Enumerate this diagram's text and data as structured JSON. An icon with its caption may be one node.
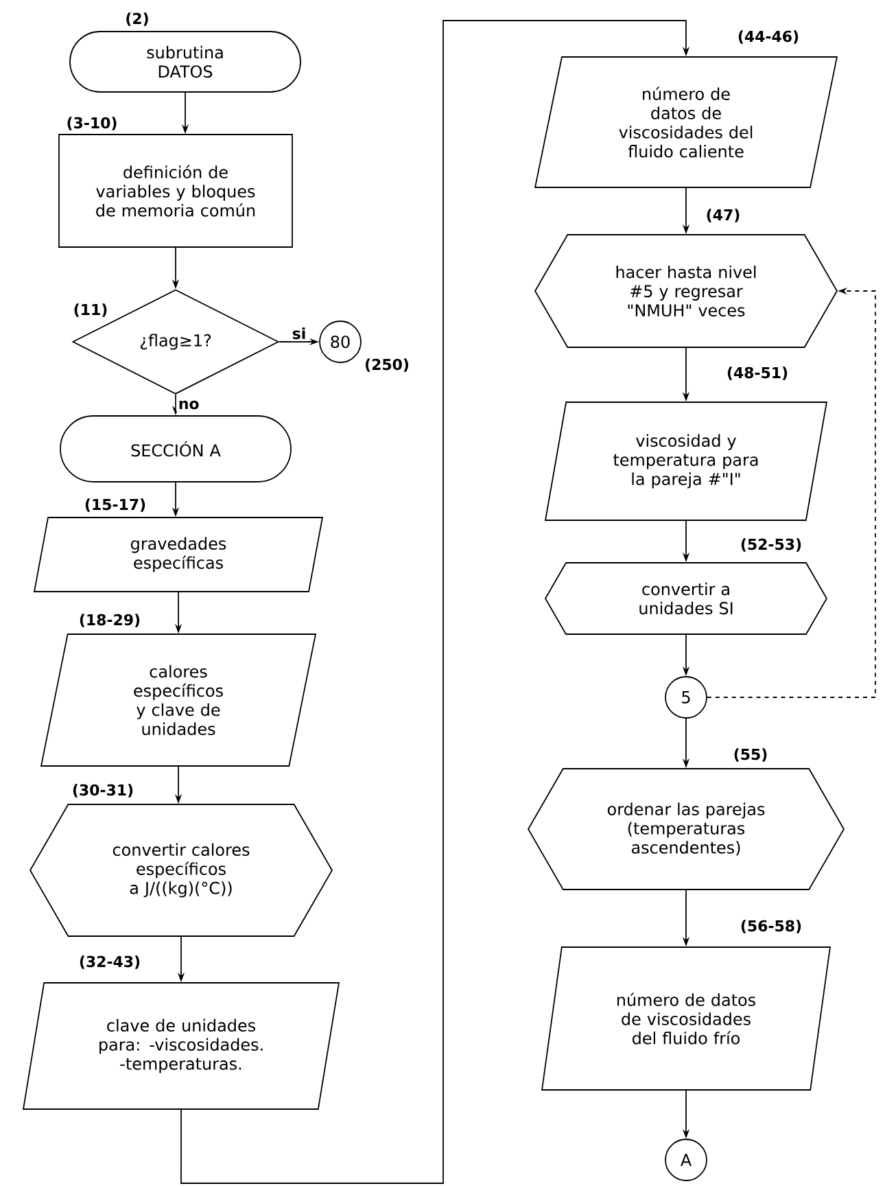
{
  "diagram": {
    "nodes": [
      {
        "text": [
          "subrutina DATOS"
        ],
        "beside": [
          "(2)"
        ]
      },
      {
        "text": [
          "definición de variables y bloques de memoria común"
        ],
        "beside": [
          "(3-10)"
        ]
      },
      {
        "text": [
          "¿flag≥1?"
        ],
        "beside": [
          "(11)"
        ]
      },
      {
        "text": [
          "80"
        ],
        "beside": [
          "(250)"
        ]
      },
      {
        "text": [
          "SECCIÓN A"
        ]
      },
      {
        "text": [
          "gravedades específicas"
        ],
        "beside": [
          "(15-17)"
        ]
      },
      {
        "text": [
          "calores específicos y clave de unidades"
        ],
        "beside": [
          "(18-29)"
        ]
      },
      {
        "text": [
          "convertir calores específicos a J/((kg)(°C))"
        ],
        "beside": [
          "(30-31)"
        ]
      },
      {
        "text": [
          "clave de unidades para: -viscosidades. -temperaturas."
        ],
        "beside": [
          "(32-43)"
        ]
      },
      {
        "text": [
          "número de datos de viscosidades del fluido caliente"
        ],
        "beside": [
          "(44-46)"
        ]
      },
      {
        "text": [
          "hacer hasta nivel #5 y regresar \"NMUH\" veces"
        ],
        "beside": [
          "(47)"
        ]
      },
      {
        "text": [
          "viscosidad y temperatura para la pareja #\"I\""
        ],
        "beside": [
          "(48-51)"
        ]
      },
      {
        "text": [
          "convertir a unidades SI"
        ],
        "beside": [
          "(52-53)"
        ]
      },
      {
        "text": [
          "5"
        ]
      },
      {
        "text": [
          "ordenar las parejas (temperaturas ascendentes)"
        ],
        "beside": [
          "(55)"
        ]
      },
      {
        "text": [
          "número de datos de viscosidades del fluido frío"
        ],
        "beside": [
          "(56-58)"
        ]
      },
      {
        "text": [
          "A"
        ]
      }
    ],
    "edges": [
      {
        "from": 0,
        "to": 1,
        "arrow": "to"
      },
      {
        "from": 1,
        "to": 2,
        "arrow": "to"
      },
      {
        "from": 2,
        "to": 3,
        "arrow": "to",
        "label": "si"
      },
      {
        "from": 2,
        "to": 4,
        "arrow": "to",
        "label": "no"
      },
      {
        "from": 4,
        "to": 5,
        "arrow": "to"
      },
      {
        "from": 5,
        "to": 6,
        "arrow": "to"
      },
      {
        "from": 6,
        "to": 7,
        "arrow": "to"
      },
      {
        "from": 7,
        "to": 8,
        "arrow": "to"
      },
      {
        "from": 8,
        "to": 9,
        "arrow": "to"
      },
      {
        "from": 9,
        "to": 10,
        "arrow": "to"
      },
      {
        "from": 10,
        "to": 11,
        "arrow": "to"
      },
      {
        "from": 11,
        "to": 12,
        "arrow": "to"
      },
      {
        "from": 12,
        "to": 13,
        "arrow": "to"
      },
      {
        "from": 13,
        "to": 10,
        "arrow": "to",
        "style": "dashed"
      },
      {
        "from": 13,
        "to": 14,
        "arrow": "to"
      },
      {
        "from": 14,
        "to": 15,
        "arrow": "to"
      },
      {
        "from": 15,
        "to": 16,
        "arrow": "to"
      }
    ]
  }
}
